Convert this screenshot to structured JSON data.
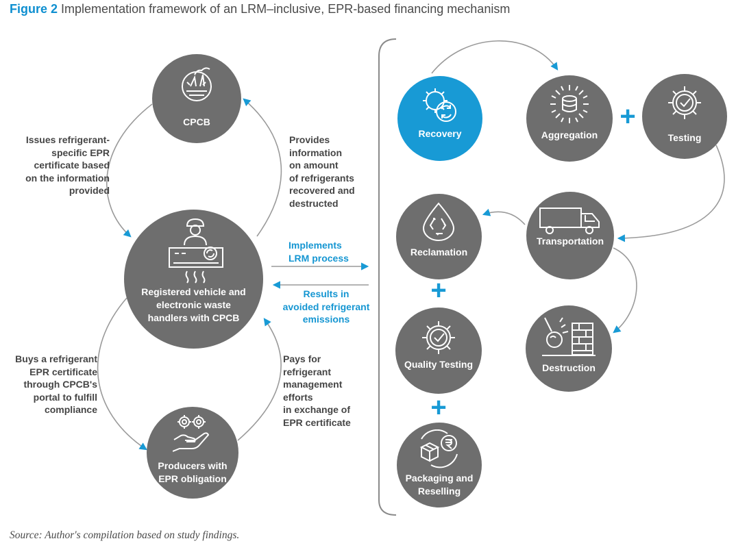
{
  "figure": {
    "label": "Figure 2",
    "title": "Implementation framework of an LRM–inclusive, EPR-based financing mechanism"
  },
  "source_note": "Source: Author's compilation based on study findings.",
  "left_cycle": {
    "cpcb": {
      "label": "CPCB",
      "icon": "cpcb-emblem-icon"
    },
    "handlers": {
      "label": "Registered vehicle and\nelectronic waste\nhandlers with CPCB",
      "icon": "ac-unit-worker-icon"
    },
    "producers": {
      "label": "Producers with\nEPR obligation",
      "icon": "gears-hand-icon"
    },
    "issues_note": "Issues refrigerant-\nspecific EPR\ncertificate based\non the information\nprovided",
    "provides_note": "Provides\ninformation\non amount\nof refrigerants\nrecovered and\ndestructed",
    "buys_note": "Buys a refrigerant\nEPR certificate\nthrough CPCB's\nportal to fulfill\ncompliance",
    "pays_note": "Pays for\nrefrigerant\nmanagement\nefforts\nin exchange of\nEPR certificate"
  },
  "middle": {
    "implements": "Implements\nLRM process",
    "results": "Results in\navoided refrigerant\nemissions"
  },
  "lrm_process": {
    "recovery": {
      "label": "Recovery",
      "icon": "gear-recycle-icon",
      "color": "#189ad5"
    },
    "aggregation": {
      "label": "Aggregation",
      "icon": "database-burst-icon"
    },
    "testing": {
      "label": "Testing",
      "icon": "gear-check-icon"
    },
    "transportation": {
      "label": "Transportation",
      "icon": "truck-icon"
    },
    "reclamation": {
      "label": "Reclamation",
      "icon": "recycle-drop-icon"
    },
    "destruction": {
      "label": "Destruction",
      "icon": "wrecking-ball-icon"
    },
    "quality_testing": {
      "label": "Quality Testing",
      "icon": "gear-check-icon"
    },
    "packaging": {
      "label": "Packaging and\nReselling",
      "icon": "package-rupee-icon"
    },
    "plus_symbol": "+"
  },
  "colors": {
    "accent": "#189ad5",
    "node_gray": "#6e6e6e",
    "connector": "#9a9a9a",
    "text": "#454545"
  }
}
